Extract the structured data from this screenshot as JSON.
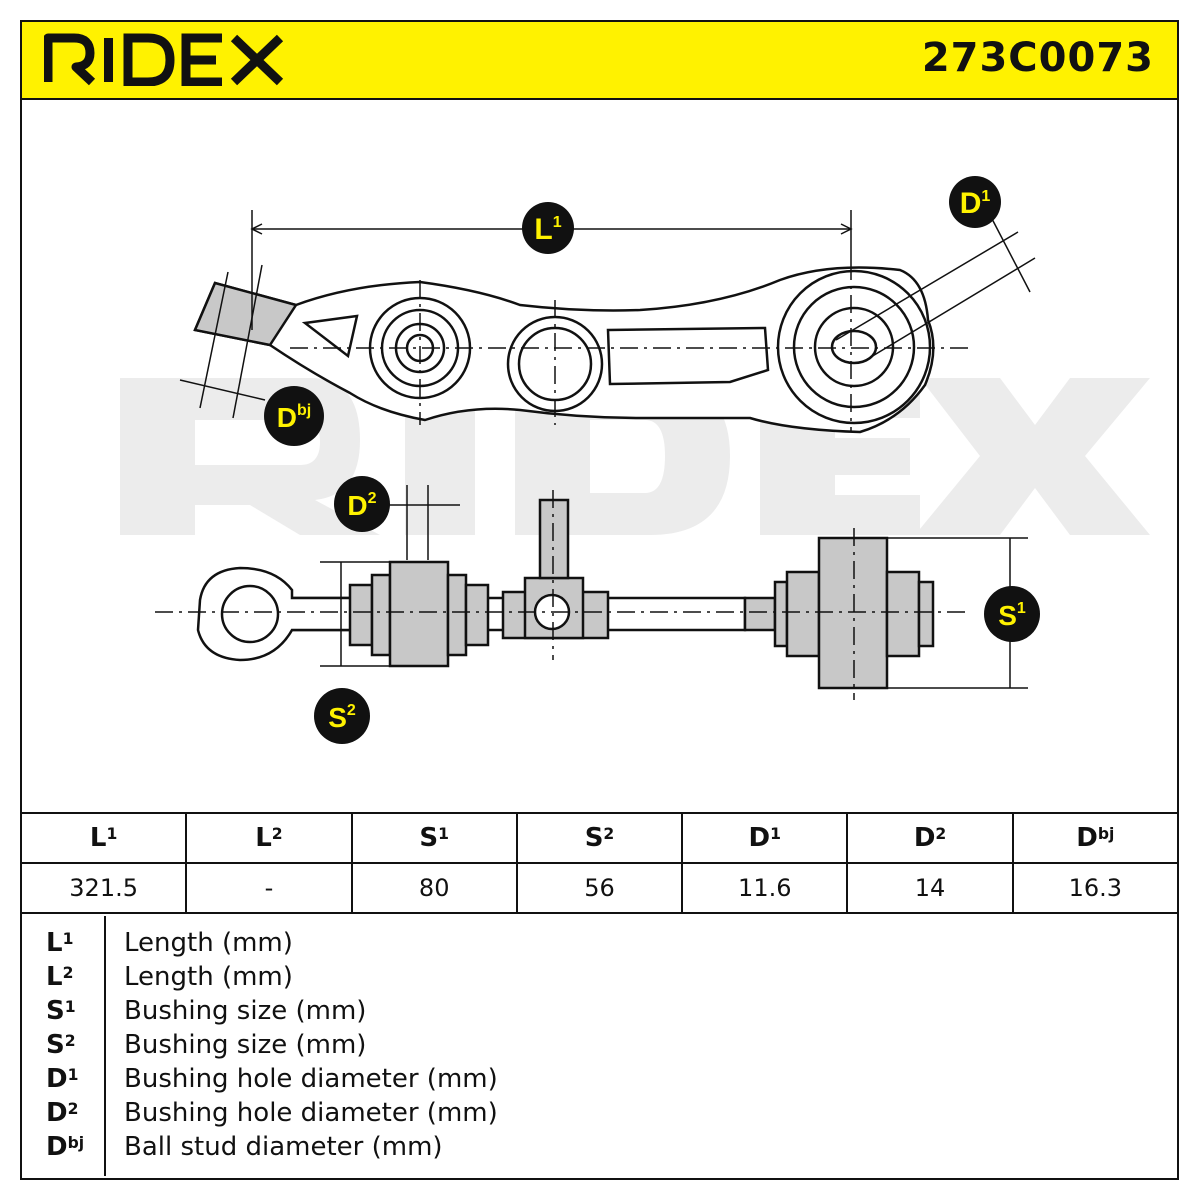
{
  "brand": "RIDEX",
  "part_number": "273C0073",
  "watermark": "RIDEX",
  "colors": {
    "brand_yellow": "#fff200",
    "part_gray": "#c8c8c8",
    "label_black": "#111111"
  },
  "callouts": {
    "L1": {
      "base": "L",
      "sup": "1"
    },
    "D1": {
      "base": "D",
      "sup": "1"
    },
    "Dbj": {
      "base": "D",
      "sup": "bj"
    },
    "D2": {
      "base": "D",
      "sup": "2"
    },
    "S1": {
      "base": "S",
      "sup": "1"
    },
    "S2": {
      "base": "S",
      "sup": "2"
    }
  },
  "table": {
    "headers": [
      {
        "base": "L",
        "sup": "1"
      },
      {
        "base": "L",
        "sup": "2"
      },
      {
        "base": "S",
        "sup": "1"
      },
      {
        "base": "S",
        "sup": "2"
      },
      {
        "base": "D",
        "sup": "1"
      },
      {
        "base": "D",
        "sup": "2"
      },
      {
        "base": "D",
        "sup": "bj"
      }
    ],
    "values": [
      "321.5",
      "-",
      "80",
      "56",
      "11.6",
      "14",
      "16.3"
    ]
  },
  "legend": [
    {
      "base": "L",
      "sup": "1",
      "text": "Length (mm)"
    },
    {
      "base": "L",
      "sup": "2",
      "text": "Length (mm)"
    },
    {
      "base": "S",
      "sup": "1",
      "text": "Bushing size (mm)"
    },
    {
      "base": "S",
      "sup": "2",
      "text": "Bushing size (mm)"
    },
    {
      "base": "D",
      "sup": "1",
      "text": "Bushing hole diameter (mm)"
    },
    {
      "base": "D",
      "sup": "2",
      "text": "Bushing hole diameter (mm)"
    },
    {
      "base": "D",
      "sup": "bj",
      "text": "Ball stud diameter (mm)"
    }
  ]
}
